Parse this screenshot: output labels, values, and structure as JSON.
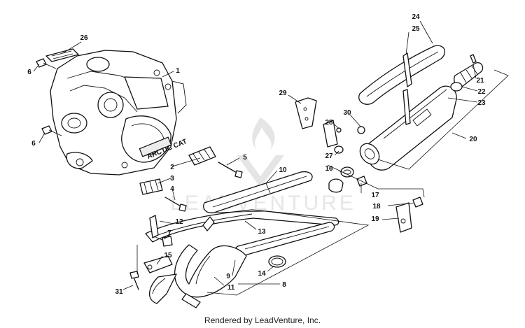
{
  "diagram": {
    "callouts": [
      "1",
      "2",
      "3",
      "4",
      "5",
      "6",
      "6",
      "7",
      "8",
      "9",
      "10",
      "11",
      "12",
      "13",
      "14",
      "15",
      "16",
      "17",
      "18",
      "19",
      "20",
      "21",
      "22",
      "23",
      "24",
      "25",
      "26",
      "27",
      "28",
      "29",
      "30",
      "31"
    ],
    "engine_label": "ARCTIC CAT",
    "watermark_text": "LEADVENTURE"
  },
  "footer": {
    "credit": "Rendered by LeadVenture, Inc."
  }
}
